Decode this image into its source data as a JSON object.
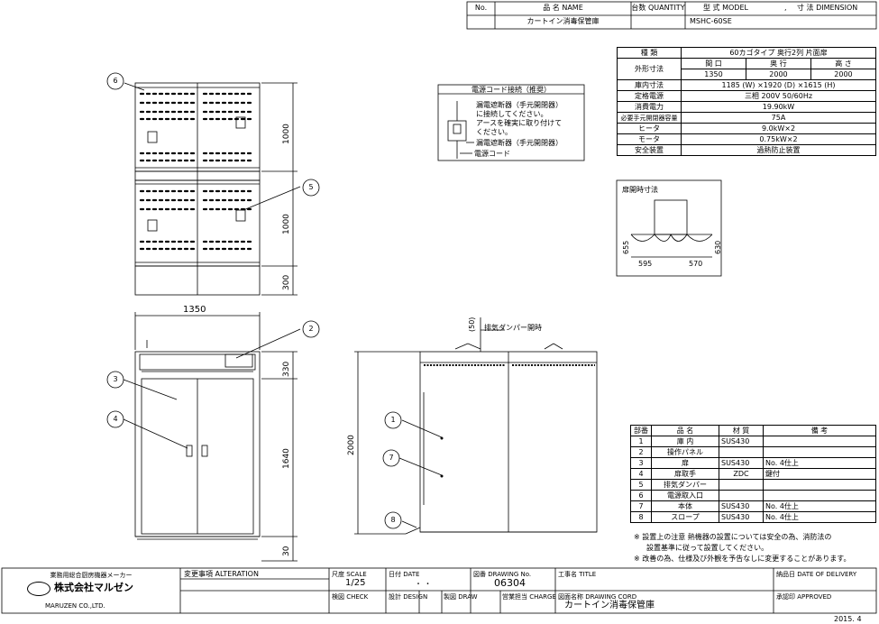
{
  "top_header": {
    "no_label": "No.",
    "name_label": "品 名 NAME",
    "qty_label": "台数 QUANTITY",
    "model_label": "型 式 MODEL",
    "dim_label": "寸 法 DIMENSION",
    "comma": ",",
    "product_name": "カートイン消毒保管庫",
    "model": "MSHC-60SE"
  },
  "spec_table": {
    "rows": [
      {
        "label": "種 類",
        "value": "60カゴタイプ 奥行2列 片面扉"
      },
      {
        "label": "外形寸法",
        "sub": [
          "間 口",
          "奥 行",
          "高 さ"
        ],
        "values": [
          "1350",
          "2000",
          "2000"
        ]
      },
      {
        "label": "庫内寸法",
        "value": "1185 (W) ×1920 (D) ×1615 (H)"
      },
      {
        "label": "定格電源",
        "value": "三相 200V 50/60Hz"
      },
      {
        "label": "消費電力",
        "value": "19.90kW"
      },
      {
        "label": "必要手元開閉器容量",
        "value": "75A"
      },
      {
        "label": "ヒータ",
        "value": "9.0kW×2"
      },
      {
        "label": "モータ",
        "value": "0.75kW×2"
      },
      {
        "label": "安全装置",
        "value": "過熱防止装置"
      }
    ]
  },
  "power_box": {
    "title": "電源コード接続（推奨）",
    "line1": "漏電遮断器（手元開閉器）",
    "line2": "に接続してください。",
    "line3": "アースを確実に取り付けて",
    "line4": "ください。",
    "label_breaker": "漏電遮断器（手元開閉器）",
    "label_cord": "電源コード"
  },
  "door_box": {
    "title": "扉開時寸法",
    "dims": [
      "655",
      "595",
      "570",
      "630"
    ]
  },
  "dimensions": {
    "top_1000a": "1000",
    "top_1000b": "1000",
    "top_300": "300",
    "front_width": "1350",
    "front_330": "330",
    "front_1640": "1640",
    "front_30": "30",
    "side_2000": "2000",
    "side_50": "(50)",
    "exhaust_label": "排気ダンパー開時"
  },
  "callouts": [
    "1",
    "2",
    "3",
    "4",
    "5",
    "6",
    "7",
    "8"
  ],
  "parts_table": {
    "headers": [
      "部番",
      "品 名",
      "材 質",
      "備 考"
    ],
    "rows": [
      [
        "1",
        "庫 内",
        "SUS430",
        ""
      ],
      [
        "2",
        "操作パネル",
        "",
        ""
      ],
      [
        "3",
        "扉",
        "SUS430",
        "No. 4仕上"
      ],
      [
        "4",
        "扉取手",
        "ZDC",
        "鍵付"
      ],
      [
        "5",
        "排気ダンパー",
        "",
        ""
      ],
      [
        "6",
        "電源取入口",
        "",
        ""
      ],
      [
        "7",
        "本体",
        "SUS430",
        "No. 4仕上"
      ],
      [
        "8",
        "スロープ",
        "SUS430",
        "No. 4仕上"
      ]
    ]
  },
  "notes": [
    "※ 設置上の注意 熱機器の設置については安全の為、消防法の",
    "設置基準に従って設置してください。",
    "※ 改善の為、仕様及び外観を予告なしに変更することがあります。"
  ],
  "title_block": {
    "company_top": "業務用総合厨房機器メーカー",
    "company_name": "株式会社マルゼン",
    "company_en": "MARUZEN CO.,LTD.",
    "alteration": "変更事項 ALTERATION",
    "scale_label": "尺度 SCALE",
    "scale_value": "1/25",
    "date_label": "日付 DATE",
    "date_value": "・    ・",
    "drawing_no_label": "図番 DRAWING No.",
    "drawing_no": "06304",
    "title_label": "工事名 TITLE",
    "delivery_label": "納品日 DATE OF DELIVERY",
    "check_label": "検図 CHECK",
    "design_label": "設計 DESIGN",
    "draw_label": "製図 DRAW",
    "charge_label": "営業担当 CHARGE",
    "cord_label": "図面名称 DRAWING CORD",
    "cord_value": "カートイン消毒保管庫",
    "approved_label": "承認印 APPROVED",
    "year": "2015. 4"
  }
}
